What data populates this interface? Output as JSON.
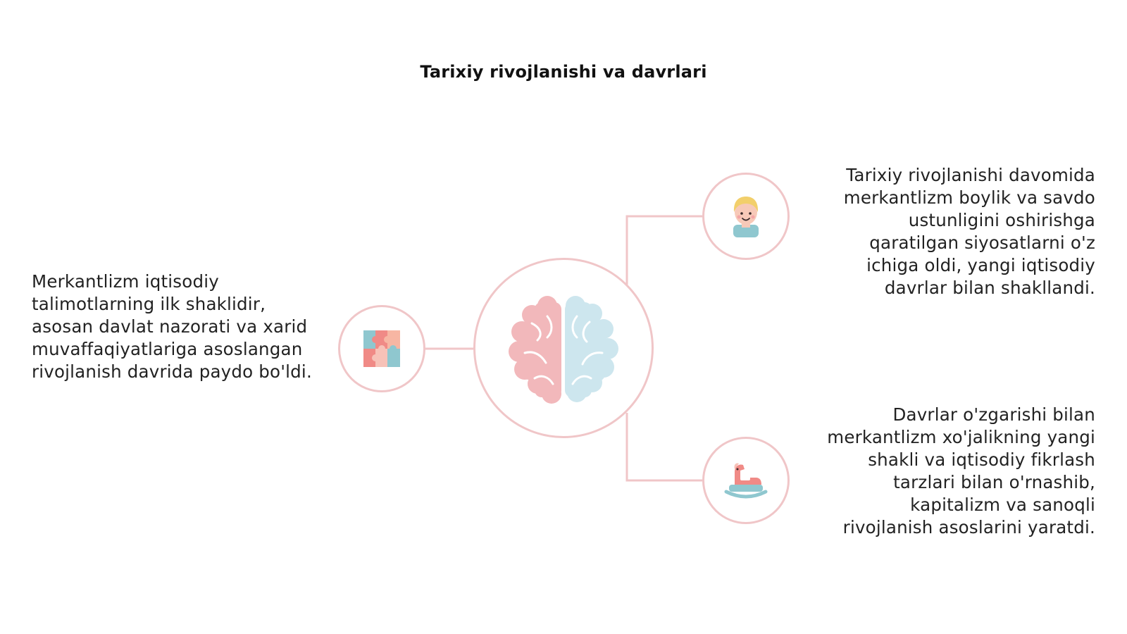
{
  "title": "Tarixiy rivojlanishi va davrlari",
  "colors": {
    "ring": "#f0c6c8",
    "connector": "#f0c6c8",
    "brain_left": "#f2b8bb",
    "brain_right": "#cde6ee",
    "accent_teal": "#8fc7cf",
    "accent_coral": "#f08a86"
  },
  "nodes": {
    "center": {
      "icon": "brain-icon"
    },
    "left": {
      "icon": "puzzle-icon",
      "text": "Merkantlizm iqtisodiy talimotlarning ilk shaklidir, asosan davlat nazorati va xarid muvaffaqiyatlariga asoslangan rivojlanish davrida paydo bo'ldi."
    },
    "top": {
      "icon": "person-icon",
      "text": "Tarixiy rivojlanishi davomida merkantlizm boylik va savdo ustunligini oshirishga qaratilgan siyosatlarni o'z ichiga oldi, yangi iqtisodiy davrlar bilan shakllandi."
    },
    "bottom": {
      "icon": "rocking-horse-icon",
      "text": "Davrlar o'zgarishi bilan merkantlizm xo'jalikning yangi shakli va iqtisodiy fikrlash tarzlari bilan o'rnashib, kapitalizm va sanoqli rivojlanish asoslarini yaratdi."
    }
  }
}
